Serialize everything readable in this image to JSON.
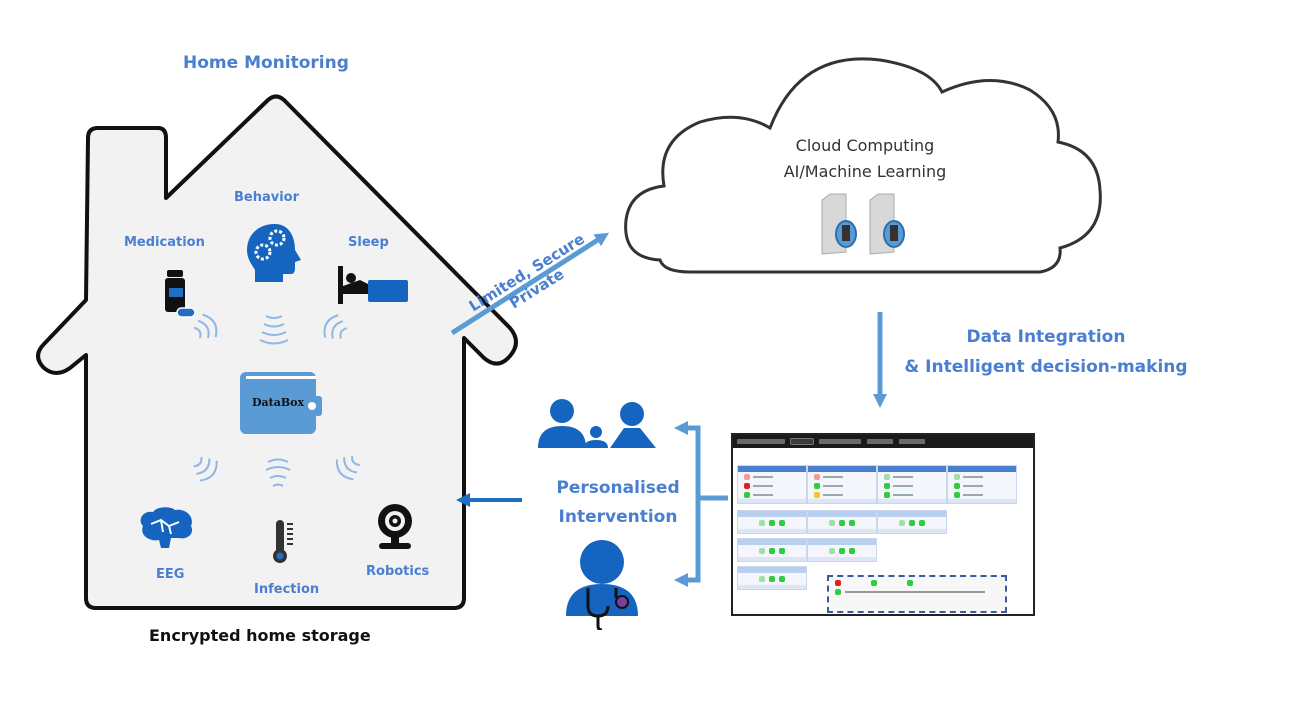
{
  "home": {
    "title": "Home Monitoring",
    "caption": "Encrypted home storage",
    "sensors": [
      {
        "label": "Medication",
        "icon": "medication-bottle-icon"
      },
      {
        "label": "Behavior",
        "icon": "head-gears-icon"
      },
      {
        "label": "Sleep",
        "icon": "bed-icon"
      },
      {
        "label": "EEG",
        "icon": "brain-icon"
      },
      {
        "label": "Infection",
        "icon": "thermometer-icon"
      },
      {
        "label": "Robotics",
        "icon": "webcam-icon"
      }
    ],
    "hub": {
      "label": "DataBox",
      "icon": "wallet-icon"
    }
  },
  "link_to_cloud": {
    "line1": "Limited, Secure",
    "line2": "Private"
  },
  "cloud": {
    "line1": "Cloud Computing",
    "line2": "AI/Machine Learning",
    "icon": "server-icon"
  },
  "integration": {
    "line1": "Data Integration",
    "line2": "& Intelligent decision-making"
  },
  "intervention": {
    "line1": "Personalised",
    "line2": "Intervention",
    "icons": [
      "family-icon",
      "doctor-icon"
    ]
  },
  "dashboard": {
    "icon": "dashboard-screenshot"
  },
  "colors": {
    "accent": "#4a7fd0",
    "icon_blue": "#1565c0",
    "arrow": "#5b9bd5",
    "house_fill": "#f2f2f2",
    "outline": "#111111"
  }
}
